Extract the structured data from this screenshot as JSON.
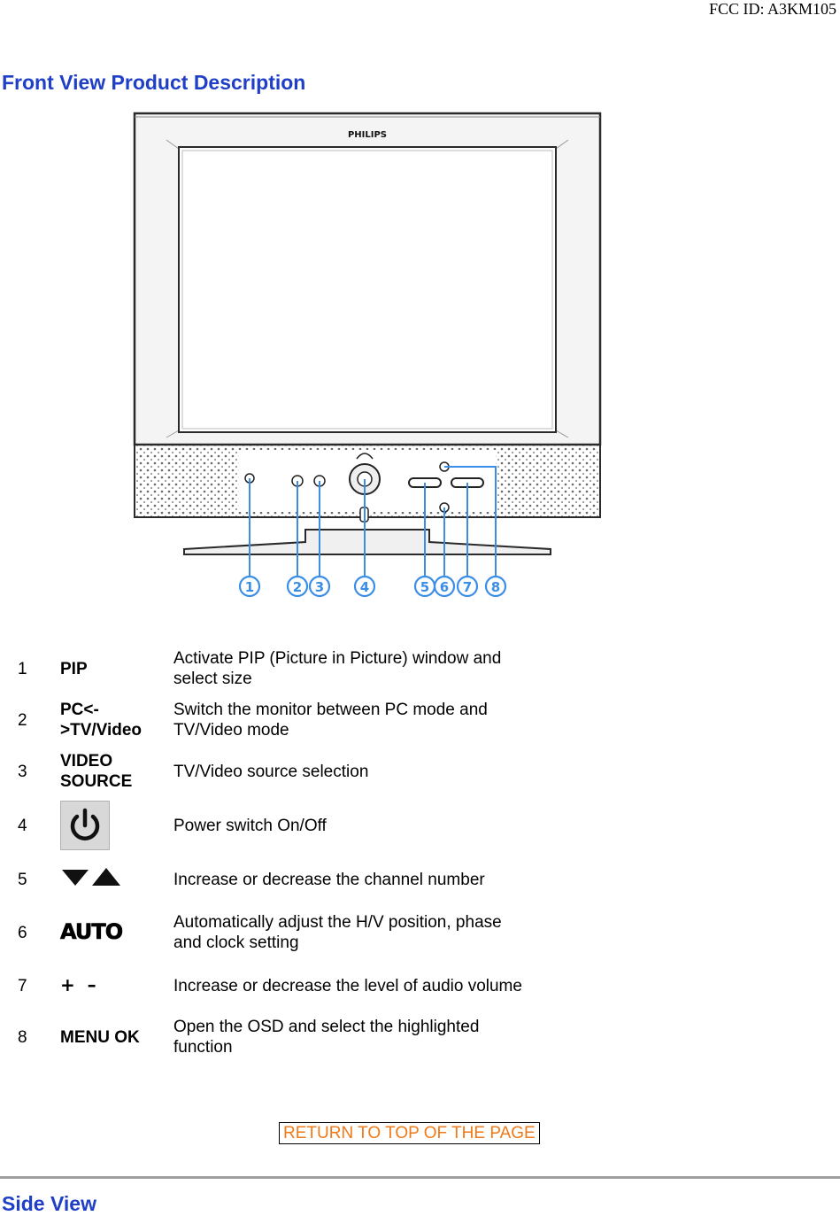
{
  "header": {
    "fcc_id": "FCC ID: A3KM105"
  },
  "section_title": "Front View Product Description",
  "figure": {
    "brand": "PHILIPS",
    "callout_numbers": [
      "1",
      "2",
      "3",
      "4",
      "5",
      "6",
      "7",
      "8"
    ],
    "accent_color": "#3b8ee6"
  },
  "rows": [
    {
      "num": "1",
      "name": "PIP",
      "icon": null,
      "text": "Activate PIP (Picture in Picture) window and select size"
    },
    {
      "num": "2",
      "name": "PC<->TV/Video",
      "icon": null,
      "text": "Switch the monitor between PC mode and TV/Video mode"
    },
    {
      "num": "3",
      "name": "VIDEO SOURCE",
      "icon": null,
      "text": "TV/Video source selection"
    },
    {
      "num": "4",
      "name": null,
      "icon": "power-icon",
      "text": "Power switch On/Off"
    },
    {
      "num": "5",
      "name": null,
      "icon": "down-up-arrows-icon",
      "text": "Increase or decrease the channel number"
    },
    {
      "num": "6",
      "name": null,
      "icon": "auto-icon",
      "icon_text": "AUTO",
      "text": "Automatically adjust the H/V position, phase and clock setting"
    },
    {
      "num": "7",
      "name": null,
      "icon": "plus-minus-icon",
      "icon_text": "+  –",
      "text": "Increase or decrease the level of audio volume"
    },
    {
      "num": "8",
      "name": "MENU OK",
      "icon": null,
      "text": "Open the OSD and select the highlighted function"
    }
  ],
  "return_link": "RETURN TO TOP OF THE PAGE",
  "next_section_title": "Side View",
  "colors": {
    "heading": "#1f3fc6",
    "link": "#f07a18"
  }
}
